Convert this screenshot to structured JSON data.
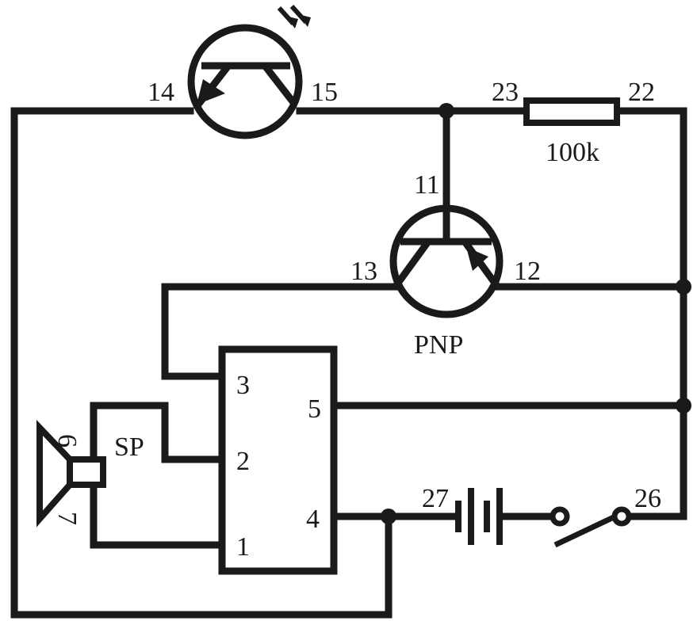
{
  "circuit": {
    "phototransistor": {
      "emitter_pin": "14",
      "collector_pin": "15"
    },
    "resistor": {
      "pin_left": "23",
      "pin_right": "22",
      "value": "100k"
    },
    "pnp_transistor": {
      "base_pin": "11",
      "collector_pin": "13",
      "emitter_pin": "12",
      "type_label": "PNP"
    },
    "ic": {
      "pins": {
        "p1": "1",
        "p2": "2",
        "p3": "3",
        "p4": "4",
        "p5": "5"
      }
    },
    "speaker": {
      "label": "SP",
      "pin_top": "6",
      "pin_bottom": "7"
    },
    "battery": {
      "pin": "27"
    },
    "switch": {
      "pin": "26"
    }
  }
}
